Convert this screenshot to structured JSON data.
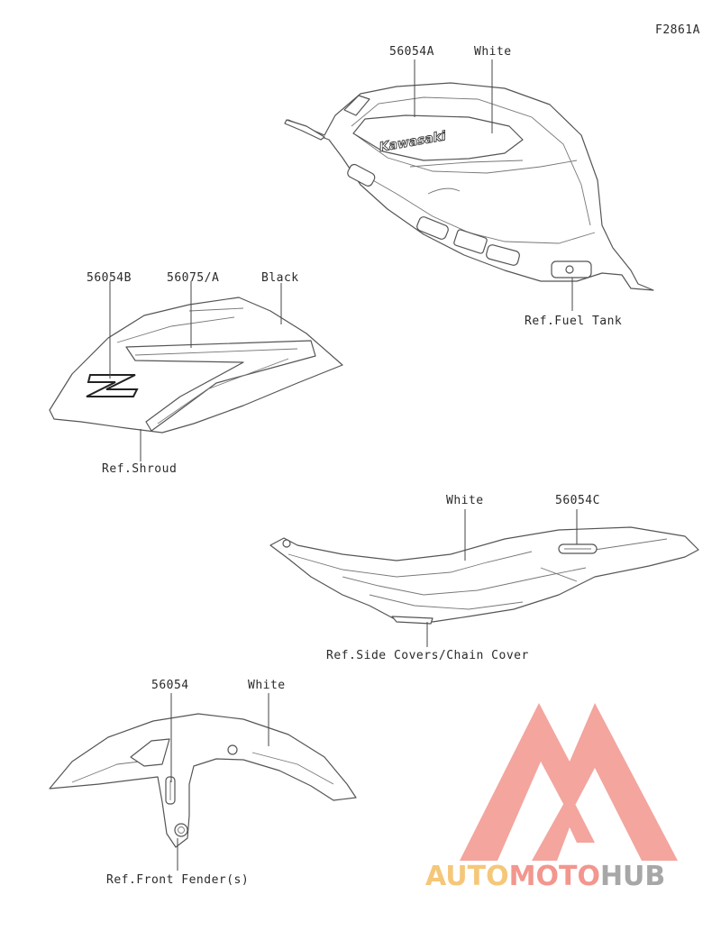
{
  "figure_code": "F2861A",
  "fuel_tank": {
    "part_number": "56054A",
    "color_label": "White",
    "reference": "Ref.Fuel Tank",
    "logo_text": "Kawasaki"
  },
  "shroud": {
    "part_number_1": "56054B",
    "part_number_2": "56075/A",
    "color_label": "Black",
    "reference": "Ref.Shroud"
  },
  "side_covers": {
    "color_label": "White",
    "part_number": "56054C",
    "reference": "Ref.Side Covers/Chain Cover"
  },
  "front_fender": {
    "part_number": "56054",
    "color_label": "White",
    "reference": "Ref.Front Fender(s)"
  },
  "watermark": {
    "word_1": "AUTO",
    "word_2": "MOTO",
    "word_3": "HUB",
    "colors": {
      "auto": "#f5c26b",
      "moto": "#f28b82",
      "hub": "#9e9e9e",
      "logo": "#f08a80"
    }
  }
}
